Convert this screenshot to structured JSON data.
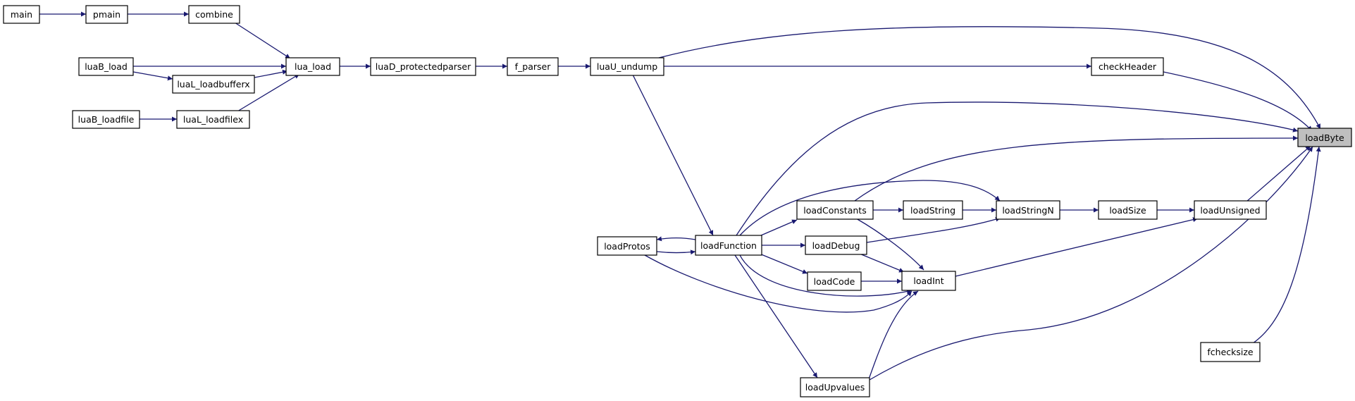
{
  "graph": {
    "highlight_node": "loadByte",
    "colors": {
      "edge": "#191970",
      "node_border": "#000000",
      "highlight_fill": "#bfbfbf",
      "background": "#ffffff"
    },
    "nodes": [
      {
        "id": "main",
        "label": "main"
      },
      {
        "id": "pmain",
        "label": "pmain"
      },
      {
        "id": "combine",
        "label": "combine"
      },
      {
        "id": "luaB_load",
        "label": "luaB_load"
      },
      {
        "id": "luaL_loadbufferx",
        "label": "luaL_loadbufferx"
      },
      {
        "id": "luaB_loadfile",
        "label": "luaB_loadfile"
      },
      {
        "id": "luaL_loadfilex",
        "label": "luaL_loadfilex"
      },
      {
        "id": "lua_load",
        "label": "lua_load"
      },
      {
        "id": "luaD_protectedparser",
        "label": "luaD_protectedparser"
      },
      {
        "id": "f_parser",
        "label": "f_parser"
      },
      {
        "id": "luaU_undump",
        "label": "luaU_undump"
      },
      {
        "id": "checkHeader",
        "label": "checkHeader"
      },
      {
        "id": "loadByte",
        "label": "loadByte"
      },
      {
        "id": "loadProtos",
        "label": "loadProtos"
      },
      {
        "id": "loadFunction",
        "label": "loadFunction"
      },
      {
        "id": "loadConstants",
        "label": "loadConstants"
      },
      {
        "id": "loadString",
        "label": "loadString"
      },
      {
        "id": "loadStringN",
        "label": "loadStringN"
      },
      {
        "id": "loadSize",
        "label": "loadSize"
      },
      {
        "id": "loadUnsigned",
        "label": "loadUnsigned"
      },
      {
        "id": "loadDebug",
        "label": "loadDebug"
      },
      {
        "id": "loadCode",
        "label": "loadCode"
      },
      {
        "id": "loadInt",
        "label": "loadInt"
      },
      {
        "id": "loadUpvalues",
        "label": "loadUpvalues"
      },
      {
        "id": "fchecksize",
        "label": "fchecksize"
      }
    ],
    "edges": [
      {
        "from": "main",
        "to": "pmain"
      },
      {
        "from": "pmain",
        "to": "combine"
      },
      {
        "from": "combine",
        "to": "lua_load"
      },
      {
        "from": "luaB_load",
        "to": "lua_load"
      },
      {
        "from": "luaB_load",
        "to": "luaL_loadbufferx"
      },
      {
        "from": "luaL_loadbufferx",
        "to": "lua_load"
      },
      {
        "from": "luaB_loadfile",
        "to": "luaL_loadfilex"
      },
      {
        "from": "luaL_loadfilex",
        "to": "lua_load"
      },
      {
        "from": "lua_load",
        "to": "luaD_protectedparser"
      },
      {
        "from": "luaD_protectedparser",
        "to": "f_parser"
      },
      {
        "from": "f_parser",
        "to": "luaU_undump"
      },
      {
        "from": "luaU_undump",
        "to": "checkHeader"
      },
      {
        "from": "luaU_undump",
        "to": "loadByte"
      },
      {
        "from": "luaU_undump",
        "to": "loadFunction"
      },
      {
        "from": "checkHeader",
        "to": "loadByte"
      },
      {
        "from": "loadFunction",
        "to": "loadByte"
      },
      {
        "from": "loadFunction",
        "to": "loadProtos"
      },
      {
        "from": "loadProtos",
        "to": "loadFunction"
      },
      {
        "from": "loadFunction",
        "to": "loadConstants"
      },
      {
        "from": "loadFunction",
        "to": "loadDebug"
      },
      {
        "from": "loadFunction",
        "to": "loadCode"
      },
      {
        "from": "loadFunction",
        "to": "loadInt"
      },
      {
        "from": "loadFunction",
        "to": "loadStringN"
      },
      {
        "from": "loadFunction",
        "to": "loadUpvalues"
      },
      {
        "from": "loadConstants",
        "to": "loadByte"
      },
      {
        "from": "loadConstants",
        "to": "loadString"
      },
      {
        "from": "loadConstants",
        "to": "loadInt"
      },
      {
        "from": "loadString",
        "to": "loadStringN"
      },
      {
        "from": "loadStringN",
        "to": "loadSize"
      },
      {
        "from": "loadSize",
        "to": "loadUnsigned"
      },
      {
        "from": "loadUnsigned",
        "to": "loadByte"
      },
      {
        "from": "loadDebug",
        "to": "loadStringN"
      },
      {
        "from": "loadDebug",
        "to": "loadInt"
      },
      {
        "from": "loadCode",
        "to": "loadInt"
      },
      {
        "from": "loadProtos",
        "to": "loadInt"
      },
      {
        "from": "loadInt",
        "to": "loadUnsigned"
      },
      {
        "from": "loadUpvalues",
        "to": "loadByte"
      },
      {
        "from": "loadUpvalues",
        "to": "loadInt"
      },
      {
        "from": "fchecksize",
        "to": "loadByte"
      }
    ]
  }
}
